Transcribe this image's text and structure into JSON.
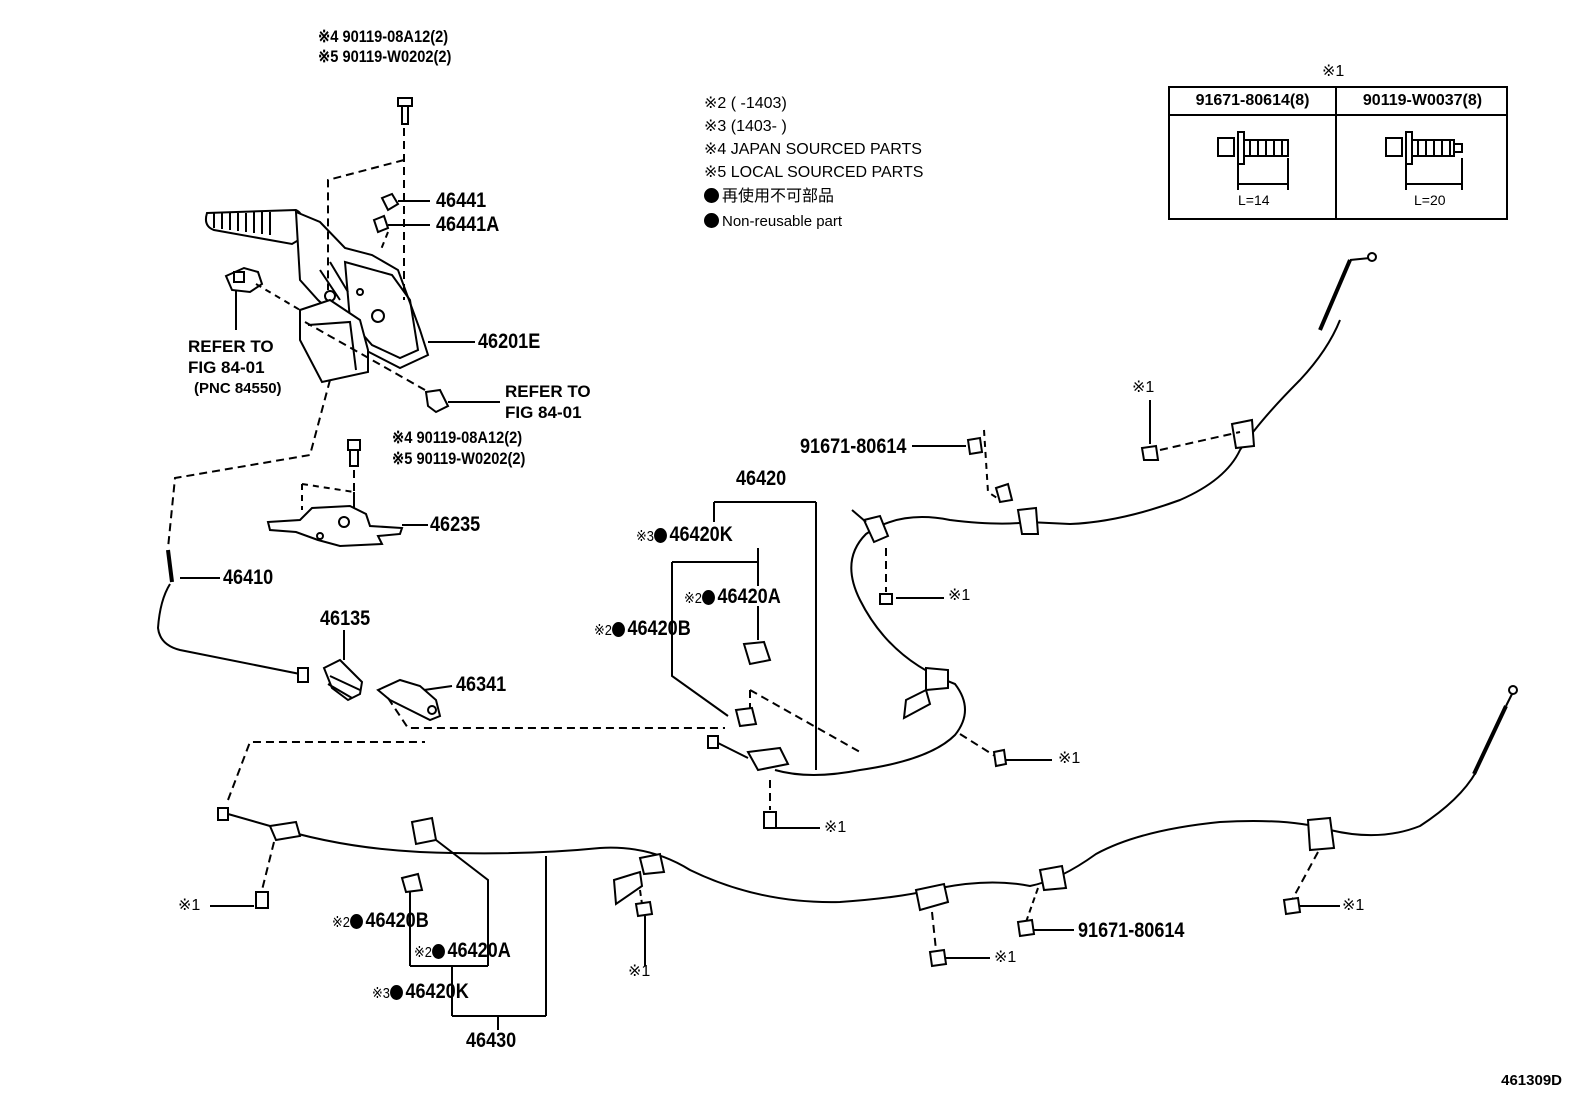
{
  "legend": {
    "note2": "※2 (        -1403)",
    "note3": "※3 (1403-        )",
    "note4": "※4 JAPAN SOURCED PARTS",
    "note5": "※5 LOCAL SOURCED PARTS",
    "nonreusable_jp": "再使用不可部品",
    "nonreusable_en": "Non-reusable part"
  },
  "bolt_table": {
    "marker": "※1",
    "col1_part": "91671-80614(8)",
    "col1_length": "L=14",
    "col2_part": "90119-W0037(8)",
    "col2_length": "L=20"
  },
  "top_bolt": {
    "line1": "※4 90119-08A12(2)",
    "line2": "※5 90119-W0202(2)"
  },
  "mid_bolt": {
    "line1": "※4 90119-08A12(2)",
    "line2": "※5 90119-W0202(2)"
  },
  "parts": {
    "p46441": "46441",
    "p46441A": "46441A",
    "p46201E": "46201E",
    "p46235": "46235",
    "p46410": "46410",
    "p46135": "46135",
    "p46341": "46341",
    "p46420": "46420",
    "p46420K_up": "46420K",
    "p46420A_up": "46420A",
    "p46420B_up": "46420B",
    "p46420B_lo": "46420B",
    "p46420A_lo": "46420A",
    "p46420K_lo": "46420K",
    "p46430": "46430",
    "p91671_a": "91671-80614",
    "p91671_b": "91671-80614"
  },
  "markers": {
    "m2": "※2",
    "m3": "※3",
    "m1": "※1"
  },
  "refer_left": {
    "line1": "REFER TO",
    "line2": "FIG 84-01",
    "line3": "(PNC 84550)"
  },
  "refer_right": {
    "line1": "REFER TO",
    "line2": "FIG 84-01"
  },
  "figure_number": "461309D"
}
